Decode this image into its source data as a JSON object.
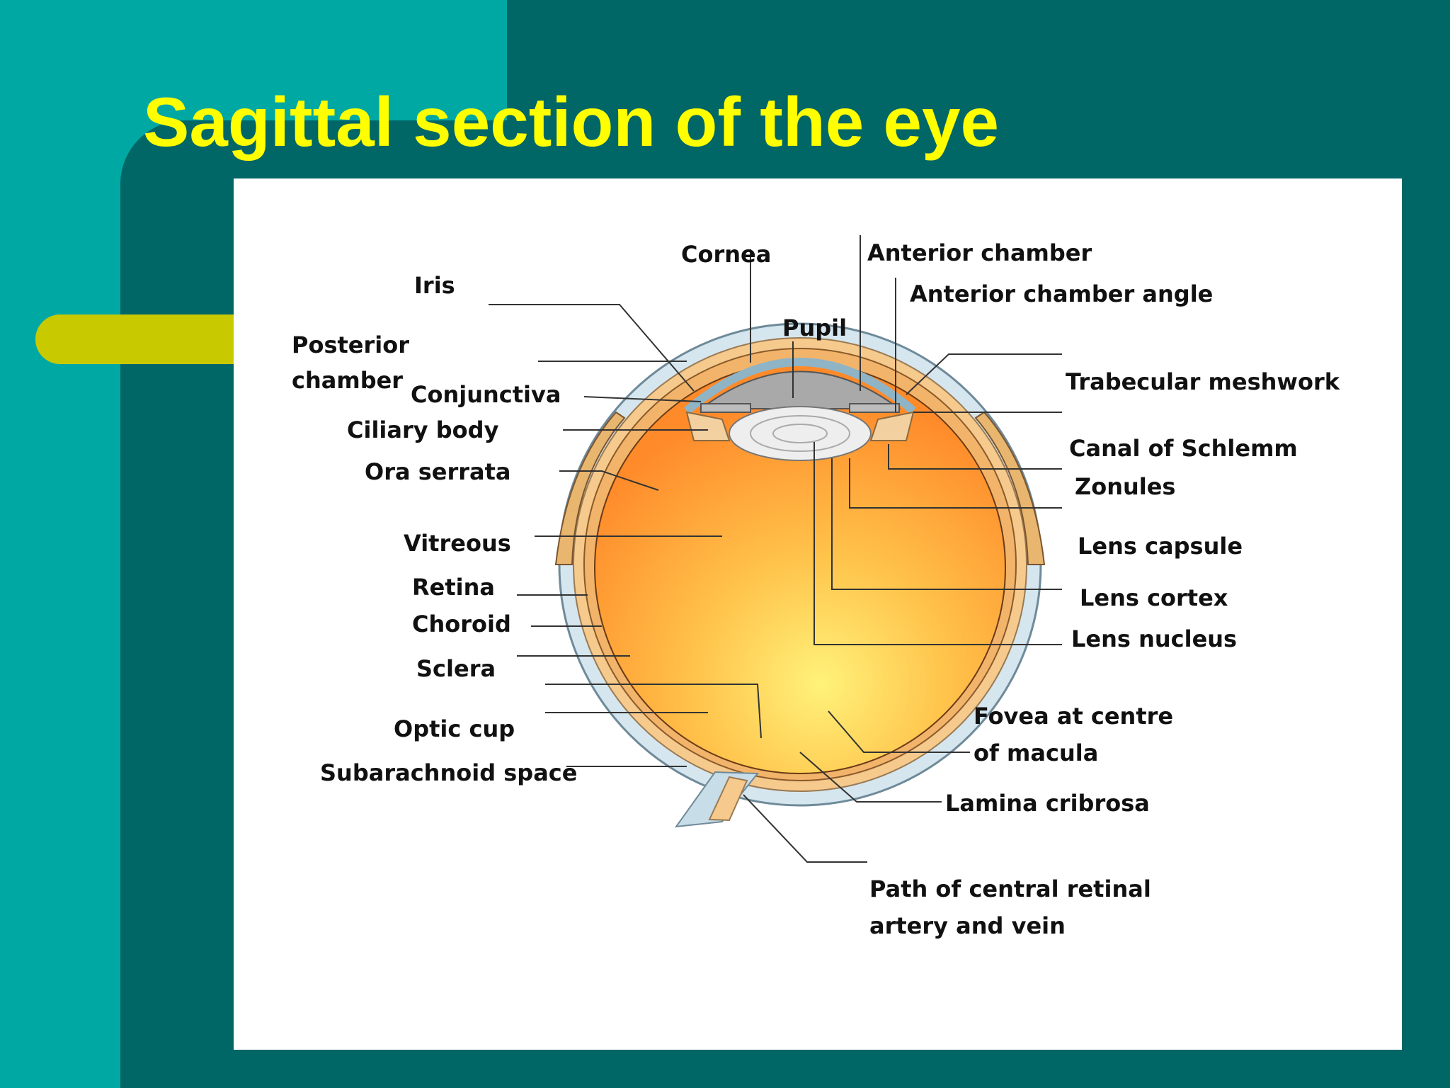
{
  "title": "Sagittal section of the eye",
  "colors": {
    "background_light": "#00a8a3",
    "background_dark": "#006666",
    "accent_pill": "#c9c900",
    "title": "#ffff00",
    "vitreous_outer": "#ff8a2a",
    "vitreous_inner": "#fff27a"
  },
  "labels": {
    "cornea": "Cornea",
    "anterior_chamber": "Anterior chamber",
    "anterior_chamber_angle": "Anterior chamber angle",
    "iris": "Iris",
    "pupil": "Pupil",
    "posterior_chamber_1": "Posterior",
    "posterior_chamber_2": "chamber",
    "conjunctiva": "Conjunctiva",
    "ciliary_body": "Ciliary body",
    "ora_serrata": "Ora serrata",
    "vitreous": "Vitreous",
    "retina": "Retina",
    "choroid": "Choroid",
    "sclera": "Sclera",
    "optic_cup": "Optic cup",
    "subarachnoid_space": "Subarachnoid space",
    "trabecular_meshwork": "Trabecular meshwork",
    "canal_of_schlemm": "Canal of Schlemm",
    "zonules": "Zonules",
    "lens_capsule": "Lens capsule",
    "lens_cortex": "Lens cortex",
    "lens_nucleus": "Lens nucleus",
    "fovea_1": "Fovea at centre",
    "fovea_2": "of macula",
    "lamina_cribrosa": "Lamina cribrosa",
    "path_1": "Path of central retinal",
    "path_2": "artery and vein"
  }
}
